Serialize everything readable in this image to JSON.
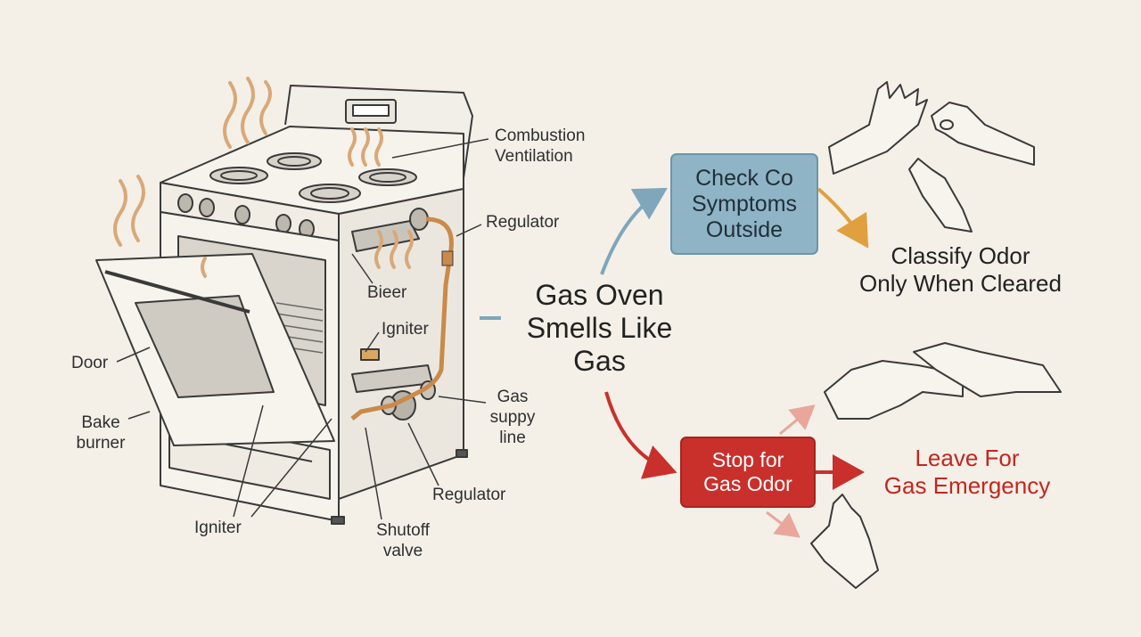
{
  "title": "Gas Oven\nSmells Like\nGas",
  "labels": {
    "combustion": "Combustion\nVentilation",
    "regulator_top": "Regulator",
    "bieer": "Bieer",
    "igniter_inner": "Igniter",
    "gas_supply": "Gas\nsuppy\nline",
    "regulator_bottom": "Regulator",
    "shutoff": "Shutoff\nvalve",
    "igniter_bottom": "Igniter",
    "door": "Door",
    "bake_burner": "Bake\nburner"
  },
  "flow": {
    "check_box": "Check Co\nSymptoms\nOutside",
    "classify": "Classify Odor\nOnly When Cleared",
    "stop_box": "Stop for\nGas Odor",
    "leave": "Leave For\nGas Emergency"
  },
  "colors": {
    "background": "#f4f0e8",
    "blue_box": "#8fb4c6",
    "red_box": "#c9302c",
    "orange_arrow": "#e0a040",
    "red_text": "#c3261f"
  }
}
